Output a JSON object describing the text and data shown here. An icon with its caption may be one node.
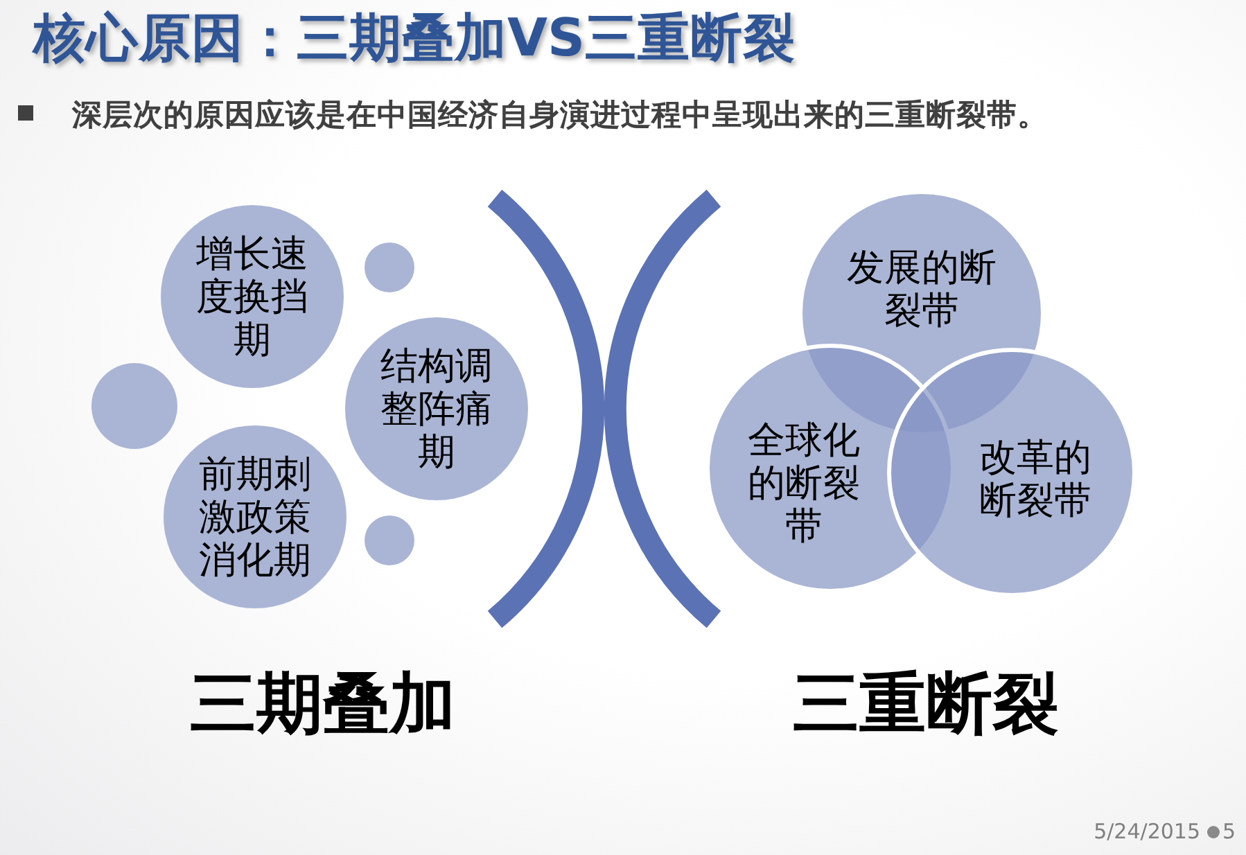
{
  "diagram": {
    "title": "核心原因：三期叠加VS三重断裂",
    "nodes": [
      {
        "text": [
          "增长速度换挡期"
        ]
      },
      {
        "text": [],
        "shape": "circle"
      },
      {
        "text": [],
        "shape": "circle"
      },
      {
        "text": [
          "结构调整阵痛期"
        ]
      },
      {
        "text": [
          "前期刺激政策消化期"
        ]
      },
      {
        "text": [],
        "shape": "circle"
      },
      {
        "text": [
          "发展的断裂带"
        ]
      },
      {
        "text": [
          "全球化的断裂带"
        ]
      },
      {
        "text": [
          "改革的断裂带"
        ]
      }
    ],
    "labels": [
      "深层次的原因应该是在中国经济自身演进过程中呈现出来的三重断裂带。",
      "三期叠加",
      "三重断裂",
      "5/24/2015",
      "5"
    ]
  }
}
